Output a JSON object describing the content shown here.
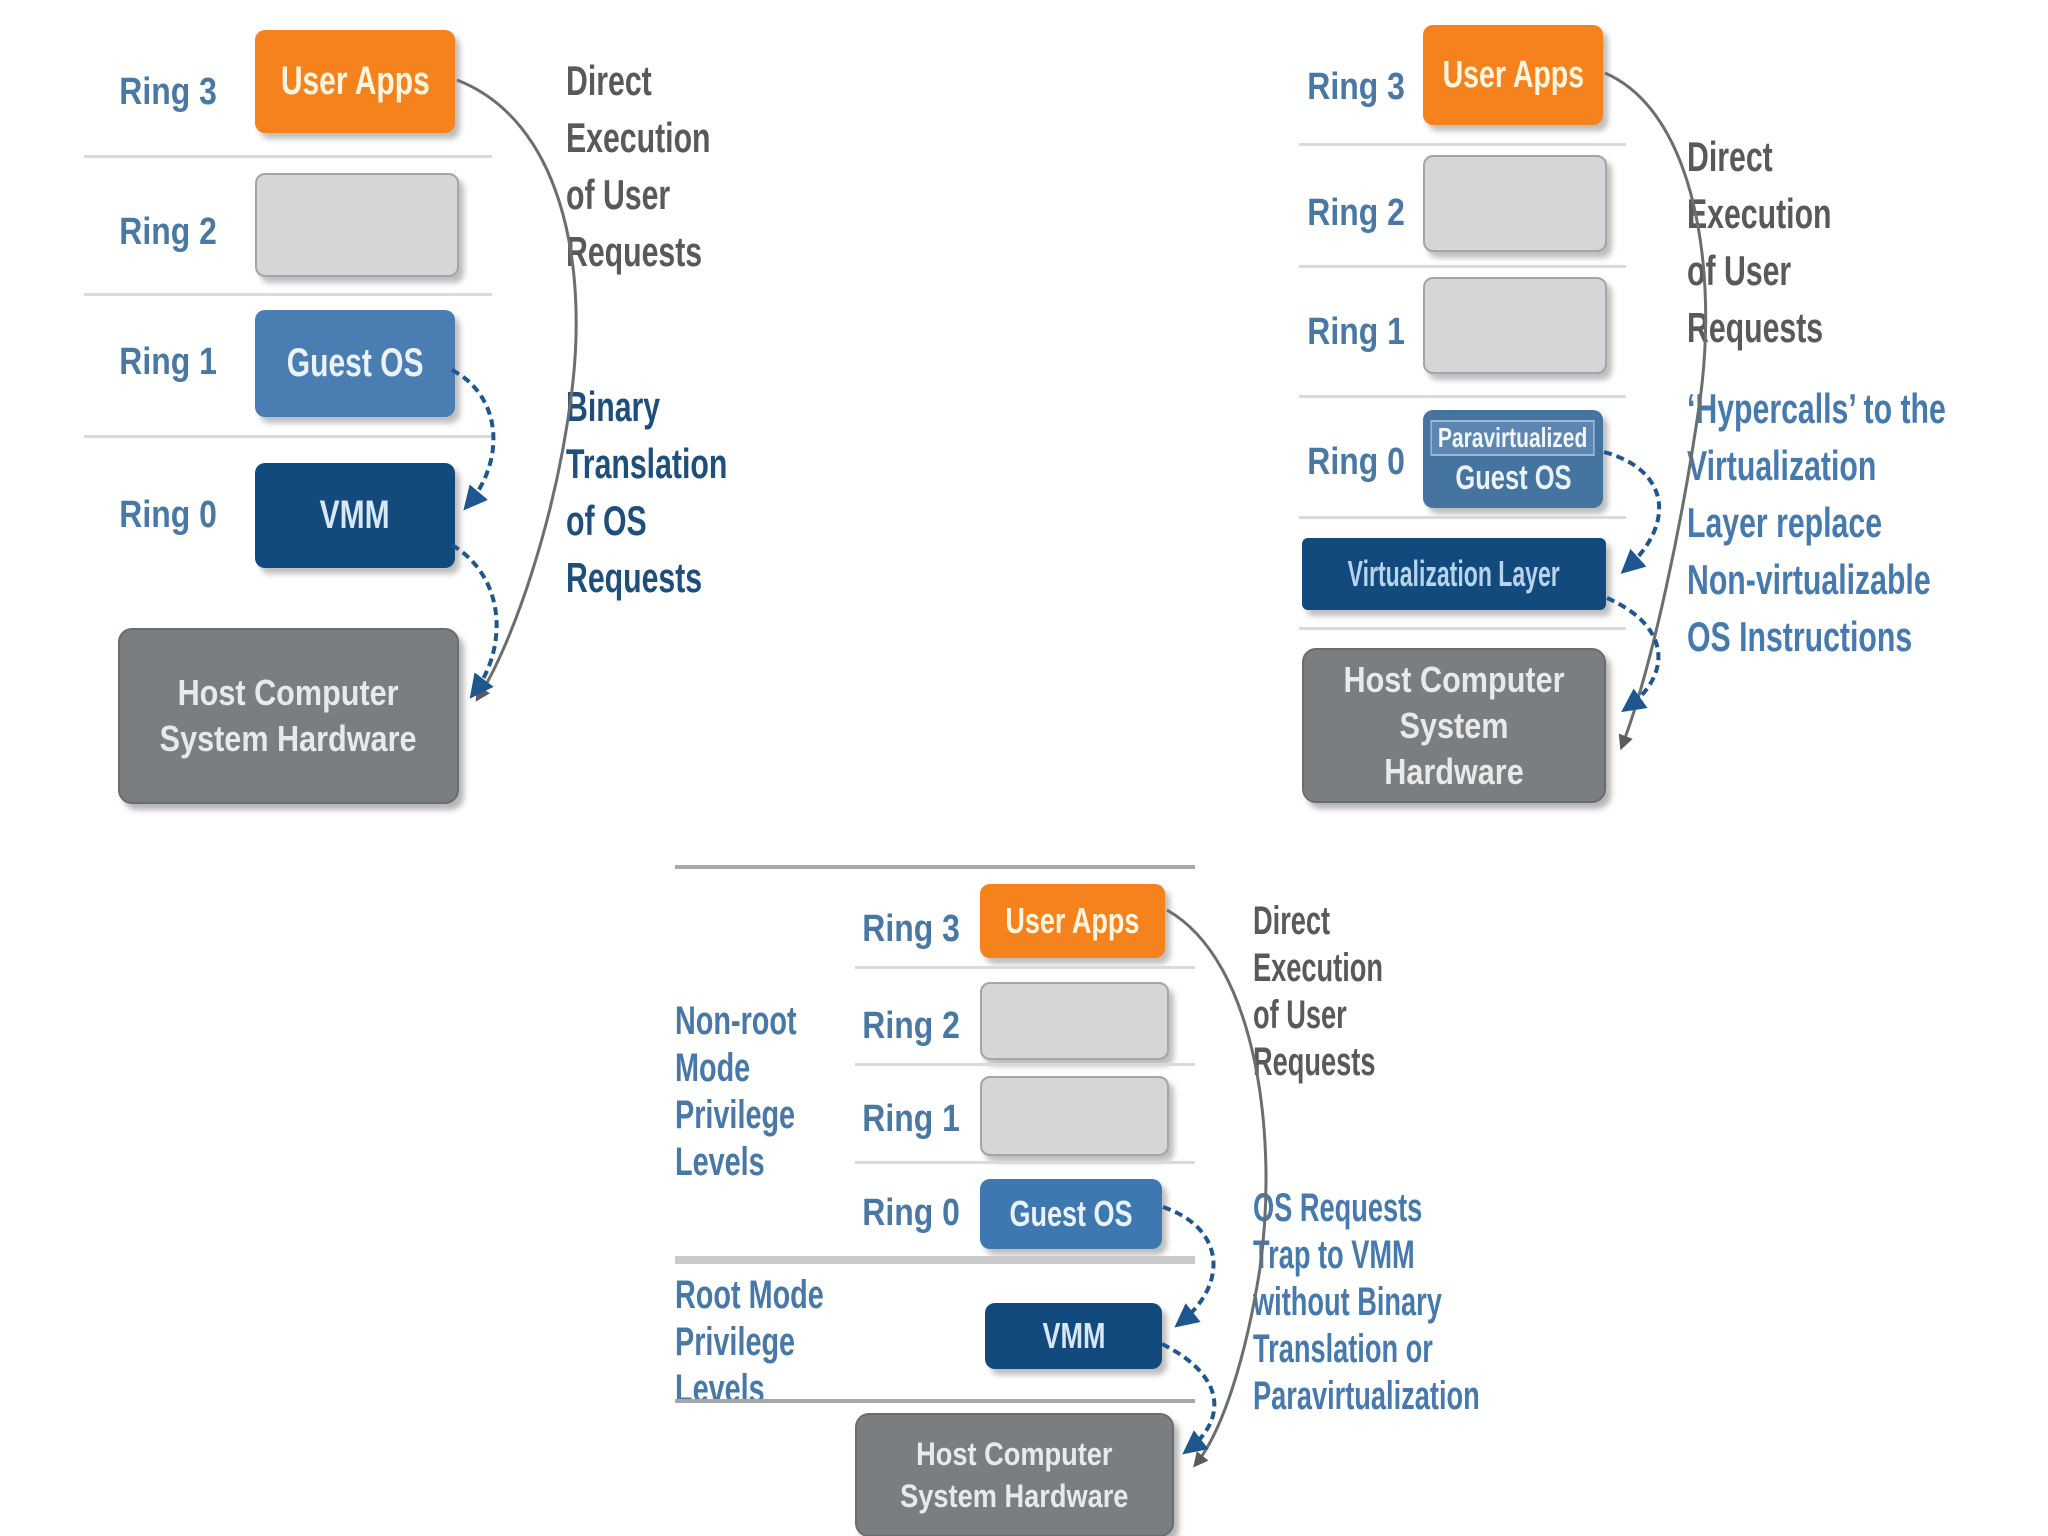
{
  "d1": {
    "title_hint": "binary-translation-diagram",
    "rings": [
      {
        "label": "Ring 3",
        "box": "User Apps"
      },
      {
        "label": "Ring 2",
        "box": ""
      },
      {
        "label": "Ring 1",
        "box": "Guest OS"
      },
      {
        "label": "Ring 0",
        "box": "VMM"
      }
    ],
    "hardware": "Host Computer\nSystem Hardware",
    "note_top": "Direct\nExecution\nof User\nRequests",
    "note_bottom": "Binary\nTranslation\nof OS\nRequests"
  },
  "d2": {
    "title_hint": "paravirtualization-diagram",
    "rings": [
      {
        "label": "Ring 3",
        "box": "User Apps"
      },
      {
        "label": "Ring 2",
        "box": ""
      },
      {
        "label": "Ring 1",
        "box": ""
      },
      {
        "label": "Ring 0",
        "box_line1": "Paravirtualized",
        "box_line2": "Guest OS"
      }
    ],
    "virtualization_layer": "Virtualization Layer",
    "hardware": "Host Computer\nSystem Hardware",
    "note_top": "Direct\nExecution\nof User\nRequests",
    "note_bottom": "‘Hypercalls’ to the\nVirtualization\nLayer replace\nNon-virtualizable\nOS Instructions"
  },
  "d3": {
    "title_hint": "hardware-assisted-virtualization-diagram",
    "mode_non_root": "Non-root\nMode\nPrivilege\nLevels",
    "mode_root": "Root Mode\nPrivilege\nLevels",
    "rings": [
      {
        "label": "Ring 3",
        "box": "User Apps"
      },
      {
        "label": "Ring 2",
        "box": ""
      },
      {
        "label": "Ring 1",
        "box": ""
      },
      {
        "label": "Ring 0",
        "box": "Guest OS"
      }
    ],
    "vmm": "VMM",
    "hardware": "Host Computer\nSystem Hardware",
    "note_top": "Direct\nExecution\nof User\nRequests",
    "note_bottom": "OS Requests\nTrap to VMM\nwithout Binary\nTranslation or\nParavirtualization"
  },
  "colors": {
    "orange": "#F5821D",
    "gray_box": "#D5D6D8",
    "steel_blue": "#4A7EB2",
    "steel_blue_bottom": "#3E78B1",
    "paravirt_blue": "#44749F",
    "navy": "#124A7E",
    "hardware_gray": "#7B7E80",
    "ring_label_blue": "#4A78A5",
    "note_gray": "#58595B",
    "note_navy": "#1E4E7C",
    "note_blue": "#4679AE",
    "arrow_gray": "#6B6D6F",
    "arrow_blue": "#1E568F"
  }
}
